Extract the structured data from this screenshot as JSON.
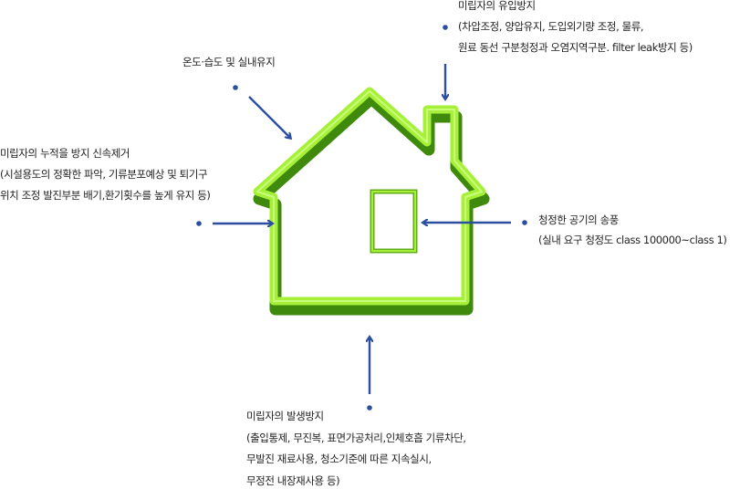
{
  "colors": {
    "arrow": "#2b4ea0",
    "house_light": "#a6f03a",
    "house_dark": "#4f9e10"
  },
  "labels": {
    "inflow": {
      "title": "미립자의 유입방지",
      "lines": [
        "(차압조정, 양압유지, 도입외기량 조정, 물류,",
        "원료 동선 구분청정과 오염지역구분. filter leak방지 등)"
      ]
    },
    "climate": {
      "title": "온도·습도 및 실내유지"
    },
    "accumulation": {
      "title": "미립자의 누적을 방지 신속제거",
      "lines": [
        "(시설용도의 정확한 파악, 기류분포예상 및 퇴기구",
        "위치 조정 발진부분 배기,환기횟수를 높게 유지 등)"
      ]
    },
    "clean_air": {
      "title": "청정한 공기의 송풍",
      "lines": [
        "(실내 요구 청정도 class 100000~class 1)"
      ]
    },
    "generation": {
      "title": "미립자의 발생방지",
      "lines": [
        "(출입통제, 무진복, 표면가공처리,인체호흡 기류차단,",
        "무발진 재료사용, 청소기준에 따른 지속실시,",
        "무정전 내장재사용 등)"
      ]
    }
  }
}
